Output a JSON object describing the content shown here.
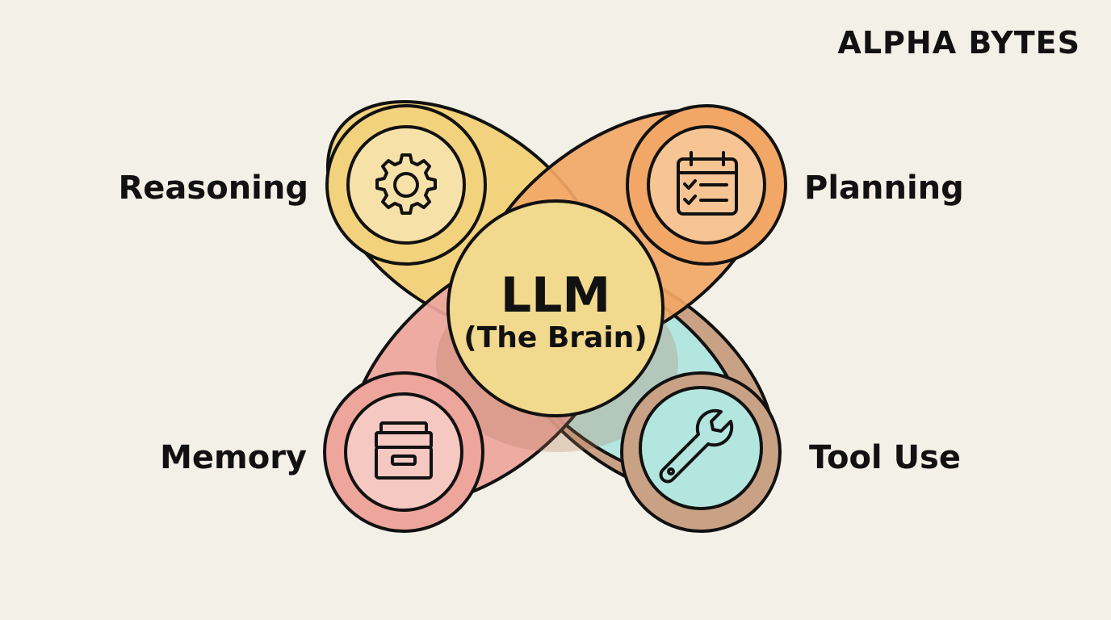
{
  "brand": "ALPHA BYTES",
  "center": {
    "title": "LLM",
    "subtitle": "(The Brain)"
  },
  "modules": {
    "reasoning": {
      "label": "Reasoning",
      "icon": "gear-icon"
    },
    "planning": {
      "label": "Planning",
      "icon": "calendar-checklist-icon"
    },
    "memory": {
      "label": "Memory",
      "icon": "file-drawer-icon"
    },
    "tool_use": {
      "label": "Tool Use",
      "icon": "wrench-icon"
    }
  },
  "colors": {
    "background": "#f3f0e7",
    "reasoning": "#f2d27c",
    "planning": "#f2a766",
    "memory": "#eea59c",
    "tool_use": "#b4e6e0",
    "tool_use_outer": "#c9a286",
    "center": "#f1d98d",
    "outline": "#111111"
  }
}
